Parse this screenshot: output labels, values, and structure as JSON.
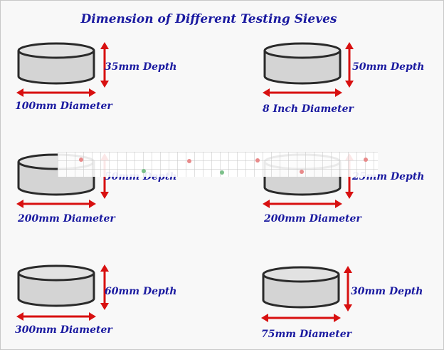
{
  "title": "Dimension of Different Testing Sieves",
  "sieves": [
    {
      "depth": "35mm Depth",
      "diameter": "100mm Diameter"
    },
    {
      "depth": "50mm Depth",
      "diameter": "8 Inch Diameter"
    },
    {
      "depth": "50mm Depth",
      "diameter": "200mm Diameter"
    },
    {
      "depth": "25mm Depth",
      "diameter": "200mm Diameter"
    },
    {
      "depth": "60mm Depth",
      "diameter": "300mm Diameter"
    },
    {
      "depth": "30mm Depth",
      "diameter": "75mm Diameter"
    }
  ],
  "colors": {
    "text": "#1a1aa0",
    "arrow": "#d81010",
    "sieve_body": "#d4d4d4",
    "sieve_outline": "#2a2a2a"
  }
}
